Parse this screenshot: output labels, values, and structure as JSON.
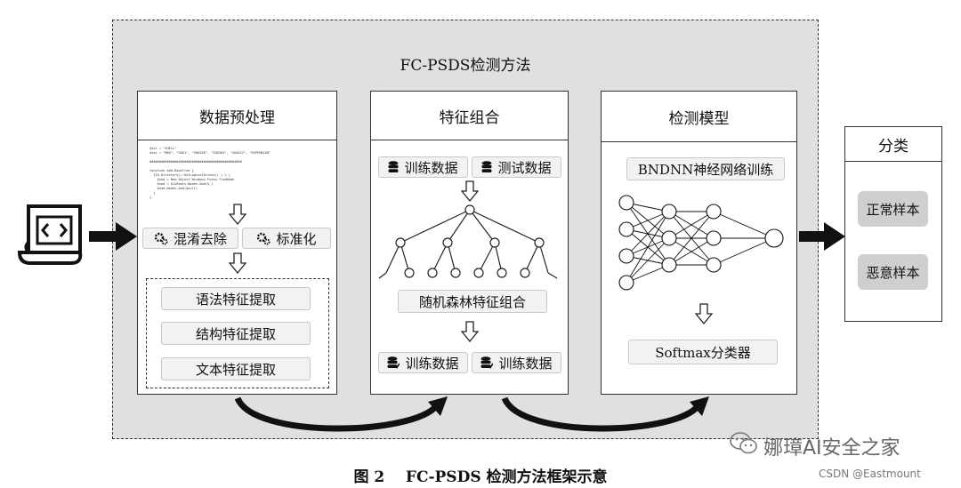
{
  "outer_title": "FC-PSDS检测方法",
  "panel_preprocess": {
    "title": "数据预处理",
    "code_lines": [
      "$sol = \"SHELL\"",
      "$sec = \"MD5\", \"SHA1\", \"SHA256\", \"SHA384\", \"SHA512\", \"RIPEMD160\"",
      "",
      "################################################",
      "",
      "function Add-RowsTree {",
      "  [IO.Directory]::GetLogicalDrives() | % {",
      "    $nod = New-Object Windows.Forms.TreeNode",
      "    $nod = $IsRoots.Nodes.Add($_)",
      "    $nod.Nodes.Add($null)",
      "  }",
      "}"
    ],
    "step_obfuscation": "混淆去除",
    "step_standardize": "标准化",
    "feature_syntax": "语法特征提取",
    "feature_structure": "结构特征提取",
    "feature_text": "文本特征提取"
  },
  "panel_feature": {
    "title": "特征组合",
    "train_data": "训练数据",
    "test_data": "测试数据",
    "rf_combo": "随机森林特征组合",
    "out_train_1": "训练数据",
    "out_train_2": "训练数据"
  },
  "panel_model": {
    "title": "检测模型",
    "bndnn": "BNDNN神经网络训练",
    "softmax": "Softmax分类器"
  },
  "panel_classify": {
    "title": "分类",
    "normal": "正常样本",
    "malicious": "恶意样本"
  },
  "caption": "图 2    FC-PSDS 检测方法框架示意",
  "watermark_main": "娜璋AI安全之家",
  "watermark_sub": "CSDN @Eastmount",
  "icons": [
    "script-file-icon",
    "gear-icon",
    "database-icon",
    "wechat-icon"
  ]
}
